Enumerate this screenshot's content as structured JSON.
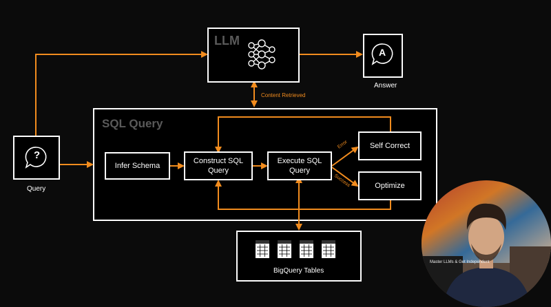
{
  "colors": {
    "accent": "#f28c1e",
    "line": "#ffffff",
    "background": "#0b0b0b"
  },
  "llm": {
    "title": "LLM",
    "icon": "neural-network-icon"
  },
  "answer": {
    "label": "Answer",
    "icon": "speech-bubble-a-icon",
    "glyph": "A"
  },
  "query": {
    "label": "Query",
    "icon": "speech-bubble-question-icon",
    "glyph": "?"
  },
  "content_retrieved": "Content Retrieved",
  "sql_block": {
    "title": "SQL Query",
    "nodes": {
      "infer_schema": "Infer Schema",
      "construct_line1": "Construct SQL",
      "construct_line2": "Query",
      "execute_line1": "Execute SQL",
      "execute_line2": "Query",
      "self_correct": "Self Correct",
      "optimize": "Optimize"
    },
    "edges": {
      "error": "Error",
      "success": "Success"
    }
  },
  "bigquery": {
    "label": "BigQuery Tables",
    "icon": "table-icon",
    "count": 4
  },
  "webcam": {
    "shirt_text": "Master LLMs & Get Independent",
    "description": "presenter-webcam"
  }
}
